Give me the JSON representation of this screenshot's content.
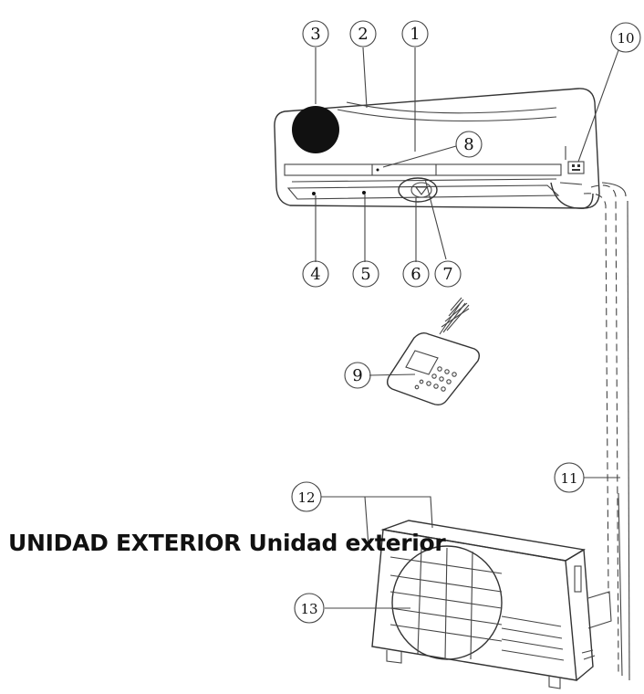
{
  "callouts": {
    "c1": "1",
    "c2": "2",
    "c3": "3",
    "c4": "4",
    "c5": "5",
    "c6": "6",
    "c7": "7",
    "c8": "8",
    "c9": "9",
    "c10": "10",
    "c11": "11",
    "c12": "12",
    "c13": "13"
  },
  "caption": "UNIDAD EXTERIOR Unidad exterior",
  "colors": {
    "line": "#333333",
    "fill_dark": "#111111",
    "background": "#ffffff"
  },
  "icons": [
    "indoor-unit-icon",
    "remote-control-icon",
    "outdoor-unit-icon",
    "signal-waves-icon"
  ]
}
